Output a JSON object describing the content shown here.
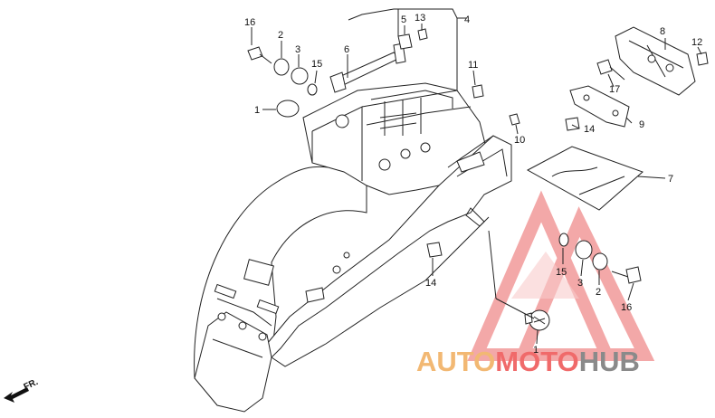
{
  "labels": {
    "l1a": "1",
    "l1b": "1",
    "l2a": "2",
    "l2b": "2",
    "l3a": "3",
    "l3b": "3",
    "l4": "4",
    "l5": "5",
    "l6": "6",
    "l7": "7",
    "l8": "8",
    "l9": "9",
    "l10": "10",
    "l11": "11",
    "l12": "12",
    "l13": "13",
    "l14a": "14",
    "l14b": "14",
    "l15a": "15",
    "l15b": "15",
    "l16a": "16",
    "l16b": "16",
    "l17": "17"
  },
  "direction": "FR.",
  "watermark": {
    "part1": "AUTO",
    "part2": "MOTO",
    "part3": "HUB"
  },
  "colors": {
    "watermark_orange": "#f2b873",
    "watermark_red": "#f06a6a",
    "watermark_grey": "#8a8a8a",
    "triangle": "#f29a9a"
  }
}
